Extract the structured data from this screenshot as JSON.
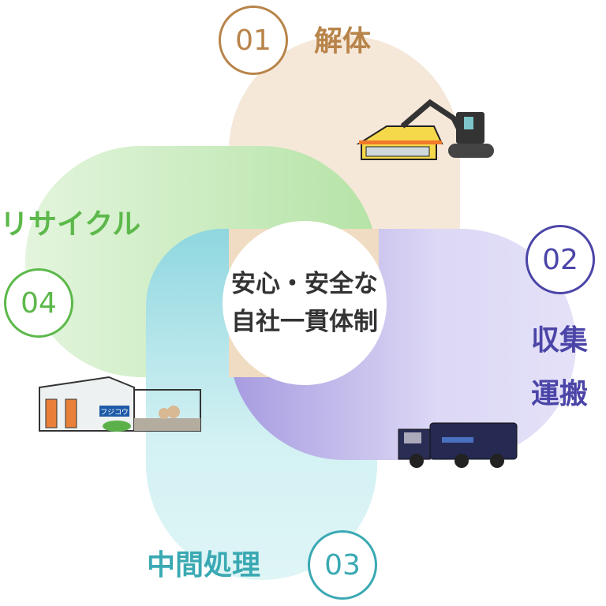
{
  "center": {
    "line1": "安心・安全な",
    "line2": "自社一貫体制"
  },
  "steps": [
    {
      "num": "01",
      "label": "解体",
      "color": "#b8844a"
    },
    {
      "num": "02",
      "label_line1": "収集",
      "label_line2": "運搬",
      "color": "#4b45a8"
    },
    {
      "num": "03",
      "label": "中間処理",
      "color": "#3aa9b3"
    },
    {
      "num": "04",
      "label": "リサイクル",
      "color": "#5cb84a"
    }
  ],
  "facility_sign": "フジコウ"
}
